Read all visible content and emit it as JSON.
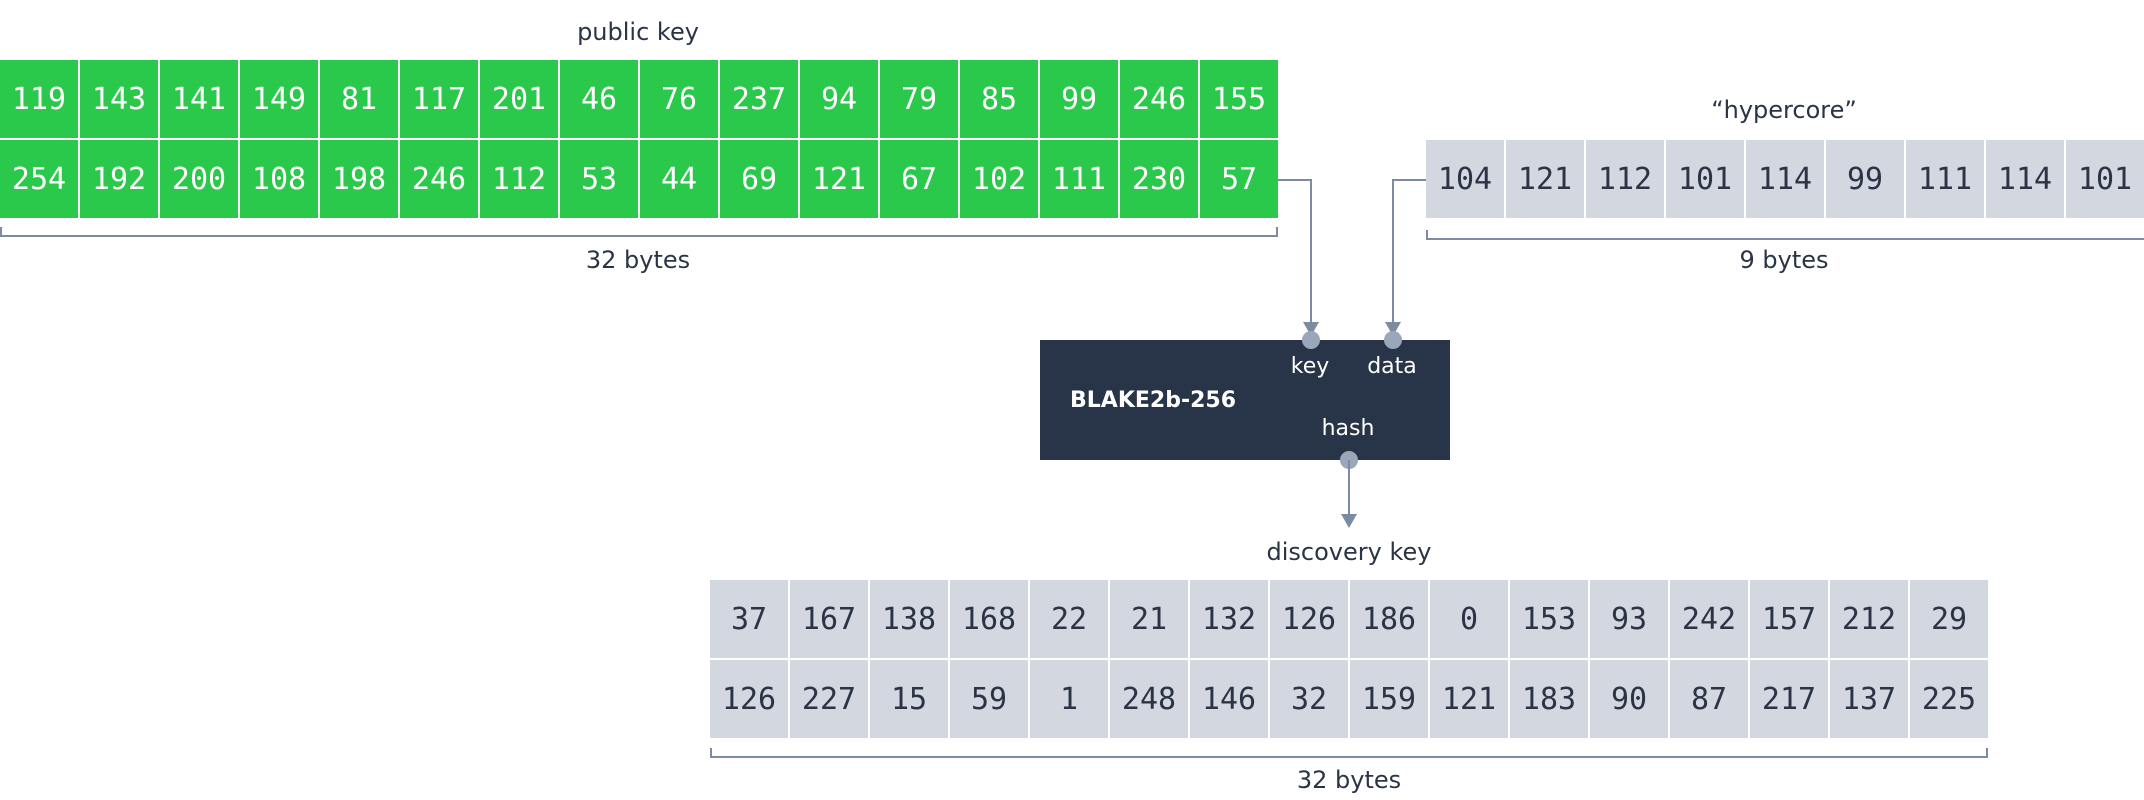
{
  "public_key": {
    "title": "public key",
    "rows": [
      [
        "119",
        "143",
        "141",
        "149",
        "81",
        "117",
        "201",
        "46",
        "76",
        "237",
        "94",
        "79",
        "85",
        "99",
        "246",
        "155"
      ],
      [
        "254",
        "192",
        "200",
        "108",
        "198",
        "246",
        "112",
        "53",
        "44",
        "69",
        "121",
        "67",
        "102",
        "111",
        "230",
        "57"
      ]
    ],
    "size_label": "32 bytes",
    "color": "#2bc94b"
  },
  "hypercore": {
    "title": "“hypercore”",
    "bytes": [
      "104",
      "121",
      "112",
      "101",
      "114",
      "99",
      "111",
      "114",
      "101"
    ],
    "size_label": "9 bytes"
  },
  "hash_function": {
    "name": "BLAKE2b-256",
    "inputs": {
      "key": "key",
      "data": "data"
    },
    "output": "hash",
    "color": "#283447"
  },
  "discovery_key": {
    "title": "discovery key",
    "rows": [
      [
        "37",
        "167",
        "138",
        "168",
        "22",
        "21",
        "132",
        "126",
        "186",
        "0",
        "153",
        "93",
        "242",
        "157",
        "212",
        "29"
      ],
      [
        "126",
        "227",
        "15",
        "59",
        "1",
        "248",
        "146",
        "32",
        "159",
        "121",
        "183",
        "90",
        "87",
        "217",
        "137",
        "225"
      ]
    ],
    "size_label": "32 bytes"
  },
  "colors": {
    "gray_cell": "#d3d7e0",
    "connector": "#7d8aa3",
    "text": "#2b3445"
  }
}
